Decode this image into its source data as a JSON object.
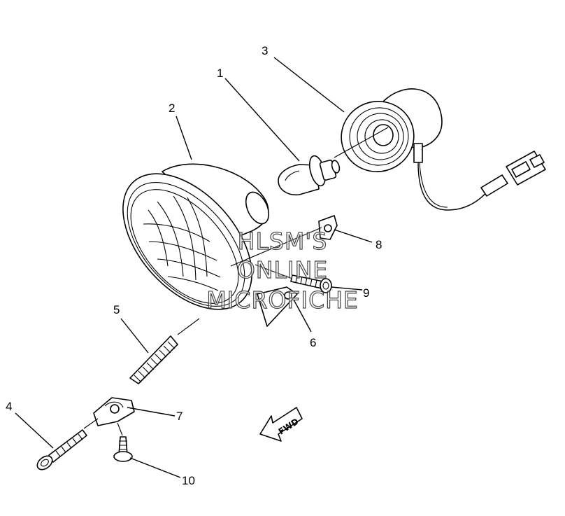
{
  "callouts": {
    "c1": "1",
    "c2": "2",
    "c3": "3",
    "c4": "4",
    "c5": "5",
    "c6": "6",
    "c7": "7",
    "c8": "8",
    "c9": "9",
    "c10": "10"
  },
  "watermark": {
    "line1": "HLSM'S",
    "line2": "ONLINE",
    "line3": "MICROFICHE"
  },
  "direction_arrow": {
    "label": "FWD"
  }
}
